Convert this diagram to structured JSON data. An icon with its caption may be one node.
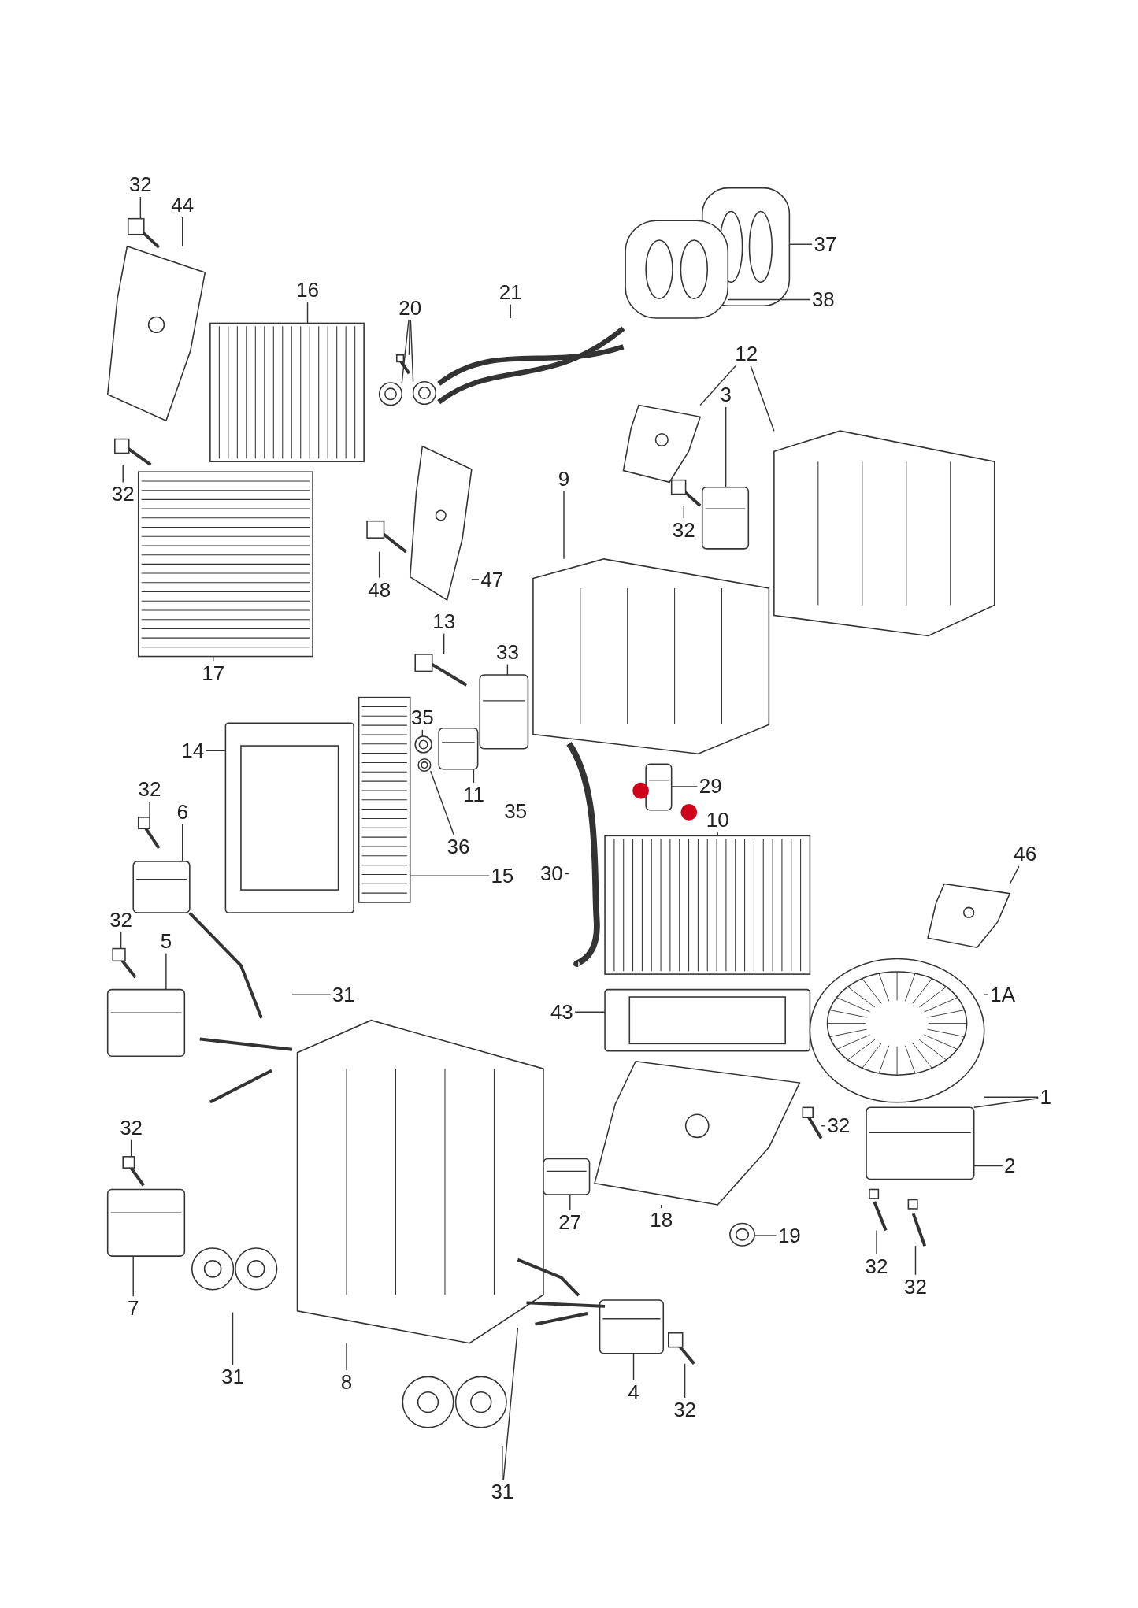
{
  "diagram": {
    "nodes": [
      {
        "text": [
          "32"
        ]
      },
      {
        "text": [],
        "shape": "picture"
      },
      {
        "text": [
          "44"
        ]
      },
      {
        "text": [],
        "shape": "picture"
      },
      {
        "text": [
          "16"
        ]
      },
      {
        "text": [],
        "shape": "picture"
      },
      {
        "text": [
          "20"
        ]
      },
      {
        "text": [],
        "shape": "picture"
      },
      {
        "text": [],
        "shape": "picture"
      },
      {
        "text": [],
        "shape": "picture"
      },
      {
        "text": [
          "21"
        ]
      },
      {
        "text": [],
        "shape": "picture"
      },
      {
        "text": [
          "37"
        ]
      },
      {
        "text": [],
        "shape": "picture"
      },
      {
        "text": [
          "38"
        ]
      },
      {
        "text": [],
        "shape": "picture"
      },
      {
        "text": [
          "12"
        ]
      },
      {
        "text": [],
        "shape": "picture"
      },
      {
        "text": [
          "3"
        ]
      },
      {
        "text": [],
        "shape": "picture"
      },
      {
        "text": [],
        "shape": "picture"
      },
      {
        "text": [
          "32"
        ]
      },
      {
        "text": [],
        "shape": "picture"
      },
      {
        "text": [
          "32"
        ]
      },
      {
        "text": [],
        "shape": "picture"
      },
      {
        "text": [
          "9"
        ]
      },
      {
        "text": [],
        "shape": "picture"
      },
      {
        "text": [
          "47"
        ]
      },
      {
        "text": [],
        "shape": "picture"
      },
      {
        "text": [
          "48"
        ]
      },
      {
        "text": [],
        "shape": "picture"
      },
      {
        "text": [
          "17"
        ]
      },
      {
        "text": [],
        "shape": "picture"
      },
      {
        "text": [
          "13"
        ]
      },
      {
        "text": [],
        "shape": "picture"
      },
      {
        "text": [
          "33"
        ]
      },
      {
        "text": [],
        "shape": "picture"
      },
      {
        "text": [
          "14"
        ]
      },
      {
        "text": [],
        "shape": "picture"
      },
      {
        "text": [],
        "shape": "picture"
      },
      {
        "text": [
          "35"
        ]
      },
      {
        "text": [],
        "shape": "picture"
      },
      {
        "text": [],
        "shape": "picture"
      },
      {
        "text": [
          "11"
        ]
      },
      {
        "text": [],
        "shape": "picture"
      },
      {
        "text": [
          "36"
        ]
      },
      {
        "text": [
          "15"
        ]
      },
      {
        "text": [
          "30"
        ]
      },
      {
        "text": [],
        "shape": "picture"
      },
      {
        "text": [],
        "shape": "picture"
      },
      {
        "text": [
          "29"
        ]
      },
      {
        "text": [
          "10"
        ]
      },
      {
        "text": [],
        "shape": "picture"
      },
      {
        "text": [
          "6"
        ]
      },
      {
        "text": [
          "32"
        ]
      },
      {
        "text": [],
        "shape": "picture"
      },
      {
        "text": [],
        "shape": "picture"
      },
      {
        "text": [
          "46"
        ]
      },
      {
        "text": [],
        "shape": "picture"
      },
      {
        "text": [
          "32"
        ]
      },
      {
        "text": [],
        "shape": "picture"
      },
      {
        "text": [
          "5"
        ]
      },
      {
        "text": [],
        "shape": "picture"
      },
      {
        "text": [
          "31"
        ]
      },
      {
        "text": [],
        "shape": "picture"
      },
      {
        "text": [
          "43"
        ]
      },
      {
        "text": [],
        "shape": "picture"
      },
      {
        "text": [
          "1A"
        ]
      },
      {
        "text": [],
        "shape": "picture"
      },
      {
        "text": [
          "1"
        ]
      },
      {
        "text": [],
        "shape": "picture"
      },
      {
        "text": [
          "32"
        ]
      },
      {
        "text": [],
        "shape": "picture"
      },
      {
        "text": [
          "32"
        ]
      },
      {
        "text": [],
        "shape": "picture"
      },
      {
        "text": [],
        "shape": "picture"
      },
      {
        "text": [
          "2"
        ]
      },
      {
        "text": [],
        "shape": "picture"
      },
      {
        "text": [],
        "shape": "picture"
      },
      {
        "text": [
          "27"
        ]
      },
      {
        "text": [],
        "shape": "picture"
      },
      {
        "text": [
          "18"
        ]
      },
      {
        "text": [
          "19"
        ]
      },
      {
        "text": [],
        "shape": "picture"
      },
      {
        "text": [
          "32"
        ]
      },
      {
        "text": [],
        "shape": "picture"
      },
      {
        "text": [
          "32"
        ]
      },
      {
        "text": [],
        "shape": "picture"
      },
      {
        "text": [
          "7"
        ]
      },
      {
        "text": [],
        "shape": "picture"
      },
      {
        "text": [
          "31"
        ]
      },
      {
        "text": [
          "8"
        ]
      },
      {
        "text": [],
        "shape": "picture"
      },
      {
        "text": [
          "4"
        ]
      },
      {
        "text": [],
        "shape": "picture"
      },
      {
        "text": [
          "32"
        ]
      },
      {
        "text": [],
        "shape": "picture"
      },
      {
        "text": [],
        "shape": "picture"
      },
      {
        "text": [
          "31"
        ]
      }
    ],
    "edges": [
      {
        "from": 0,
        "to": 1,
        "arrow": "none"
      },
      {
        "from": 2,
        "to": 3,
        "arrow": "none"
      },
      {
        "from": 4,
        "to": 5,
        "arrow": "none"
      },
      {
        "from": 6,
        "to": 7,
        "arrow": "none"
      },
      {
        "from": 6,
        "to": 8,
        "arrow": "none"
      },
      {
        "from": 6,
        "to": 9,
        "arrow": "none"
      },
      {
        "from": 10,
        "to": 11,
        "arrow": "none"
      },
      {
        "from": 12,
        "to": 13,
        "arrow": "none"
      },
      {
        "from": 14,
        "to": 15,
        "arrow": "none"
      },
      {
        "from": 16,
        "to": 17,
        "arrow": "none"
      },
      {
        "from": 16,
        "to": 20,
        "arrow": "none"
      },
      {
        "from": 18,
        "to": 19,
        "arrow": "none"
      },
      {
        "from": 21,
        "to": 22,
        "arrow": "none"
      },
      {
        "from": 23,
        "to": 24,
        "arrow": "none"
      },
      {
        "from": 25,
        "to": 26,
        "arrow": "none"
      },
      {
        "from": 27,
        "to": 28,
        "arrow": "none"
      },
      {
        "from": 29,
        "to": 30,
        "arrow": "none"
      },
      {
        "from": 31,
        "to": 32,
        "arrow": "none"
      },
      {
        "from": 33,
        "to": 34,
        "arrow": "none"
      },
      {
        "from": 35,
        "to": 36,
        "arrow": "none"
      },
      {
        "from": 37,
        "to": 38,
        "arrow": "none"
      },
      {
        "from": 40,
        "to": 41,
        "arrow": "none"
      },
      {
        "from": 43,
        "to": 42,
        "arrow": "none"
      },
      {
        "from": 45,
        "to": 44,
        "arrow": "none"
      },
      {
        "from": 46,
        "to": 39,
        "arrow": "none"
      },
      {
        "from": 47,
        "to": 48,
        "arrow": "none"
      },
      {
        "from": 50,
        "to": 49,
        "arrow": "none"
      },
      {
        "from": 51,
        "to": 52,
        "arrow": "none"
      },
      {
        "from": 53,
        "to": 56,
        "arrow": "none"
      },
      {
        "from": 54,
        "to": 55,
        "arrow": "none"
      },
      {
        "from": 57,
        "to": 58,
        "arrow": "none"
      },
      {
        "from": 59,
        "to": 60,
        "arrow": "none"
      },
      {
        "from": 61,
        "to": 62,
        "arrow": "none"
      },
      {
        "from": 63,
        "to": 64,
        "arrow": "none"
      },
      {
        "from": 65,
        "to": 66,
        "arrow": "none"
      },
      {
        "from": 67,
        "to": 68,
        "arrow": "none"
      },
      {
        "from": 69,
        "to": 68,
        "arrow": "none"
      },
      {
        "from": 69,
        "to": 70,
        "arrow": "none"
      },
      {
        "from": 71,
        "to": 72,
        "arrow": "none"
      },
      {
        "from": 73,
        "to": 74,
        "arrow": "none"
      },
      {
        "from": 76,
        "to": 70,
        "arrow": "none"
      },
      {
        "from": 79,
        "to": 80,
        "arrow": "none"
      },
      {
        "from": 81,
        "to": 78,
        "arrow": "none"
      },
      {
        "from": 82,
        "to": 83,
        "arrow": "none"
      },
      {
        "from": 84,
        "to": 85,
        "arrow": "none"
      },
      {
        "from": 86,
        "to": 87,
        "arrow": "none"
      },
      {
        "from": 88,
        "to": 75,
        "arrow": "none"
      },
      {
        "from": 90,
        "to": 89,
        "arrow": "none"
      },
      {
        "from": 91,
        "to": 77,
        "arrow": "none"
      },
      {
        "from": 93,
        "to": 92,
        "arrow": "none"
      },
      {
        "from": 95,
        "to": 94,
        "arrow": "none"
      },
      {
        "from": 98,
        "to": 96,
        "arrow": "none"
      },
      {
        "from": 98,
        "to": 97,
        "arrow": "none"
      }
    ],
    "labels": [
      "35"
    ]
  }
}
